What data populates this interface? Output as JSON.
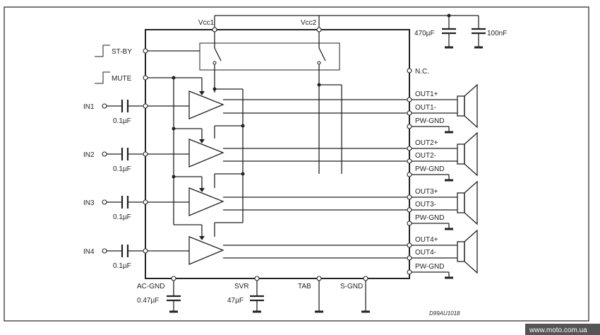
{
  "supply": {
    "vcc1": "Vcc1",
    "vcc2": "Vcc2",
    "cap1": "470µF",
    "cap2": "100nF"
  },
  "control": {
    "standby": "ST-BY",
    "mute": "MUTE",
    "nc": "N.C."
  },
  "channels": [
    {
      "input": "IN1",
      "cap": "0.1µF",
      "out_pos": "OUT1+",
      "out_neg": "OUT1-",
      "gnd": "PW-GND"
    },
    {
      "input": "IN2",
      "cap": "0.1µF",
      "out_pos": "OUT2+",
      "out_neg": "OUT2-",
      "gnd": "PW-GND"
    },
    {
      "input": "IN3",
      "cap": "0.1µF",
      "out_pos": "OUT3+",
      "out_neg": "OUT3-",
      "gnd": "PW-GND"
    },
    {
      "input": "IN4",
      "cap": "0.1µF",
      "out_pos": "OUT4+",
      "out_neg": "OUT4-",
      "gnd": "PW-GND"
    }
  ],
  "bottom": {
    "ac_gnd": "AC-GND",
    "ac_cap": "0.47µF",
    "svr": "SVR",
    "svr_cap": "47µF",
    "tab": "TAB",
    "s_gnd": "S-GND"
  },
  "drawing_code": "D99AU1018",
  "watermark": "www.moto.com.ua",
  "colors": {
    "line": "#222222",
    "watermark_bg": "#555555"
  }
}
